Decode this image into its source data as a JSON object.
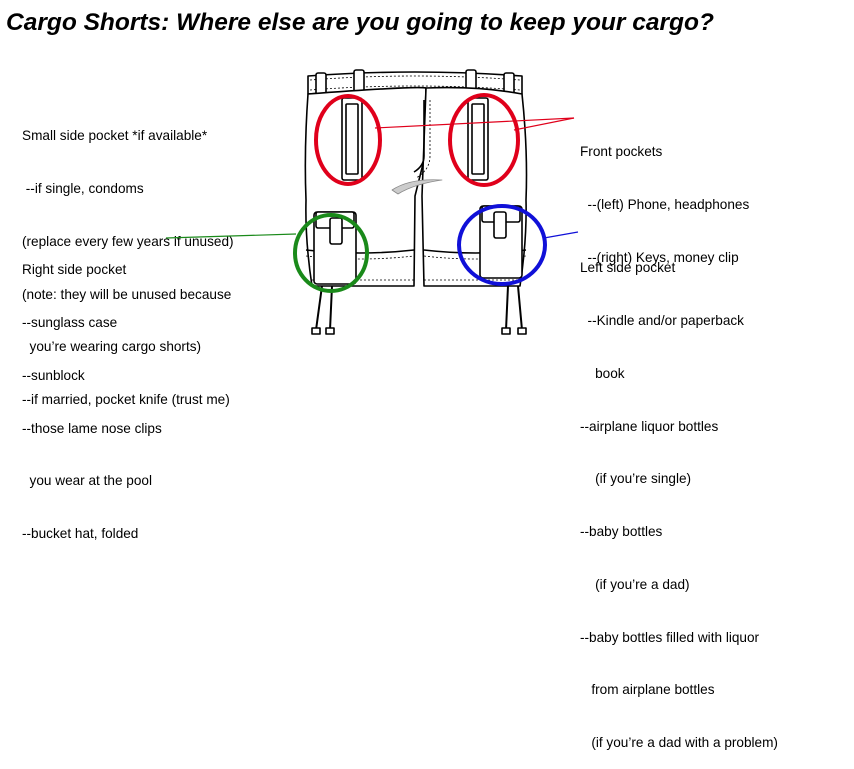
{
  "title": "Cargo Shorts: Where else are you going to keep your cargo?",
  "annotations": {
    "small_side": [
      "Small side pocket *if available*",
      " --if single, condoms",
      "(replace every few years if unused)",
      "(note: they will be unused because",
      "  you’re wearing cargo shorts)",
      "--if married, pocket knife (trust me)"
    ],
    "front": [
      "Front pockets",
      "  --(left) Phone, headphones",
      "  --(right) Keys, money clip"
    ],
    "right_side": [
      "Right side pocket",
      "--sunglass case",
      "--sunblock",
      "--those lame nose clips",
      "  you wear at the pool",
      "--bucket hat, folded"
    ],
    "left_side": [
      "Left side pocket",
      "  --Kindle and/or paperback",
      "    book",
      "--airplane liquor bottles",
      "    (if you’re single)",
      "--baby bottles",
      "    (if you’re a dad)",
      "--baby bottles filled with liquor",
      "   from airplane bottles",
      "   (if you’re a dad with a problem)"
    ]
  },
  "colors": {
    "red": "#e0001b",
    "green": "#1a8a1a",
    "blue": "#1010d8",
    "outline": "#000000"
  }
}
